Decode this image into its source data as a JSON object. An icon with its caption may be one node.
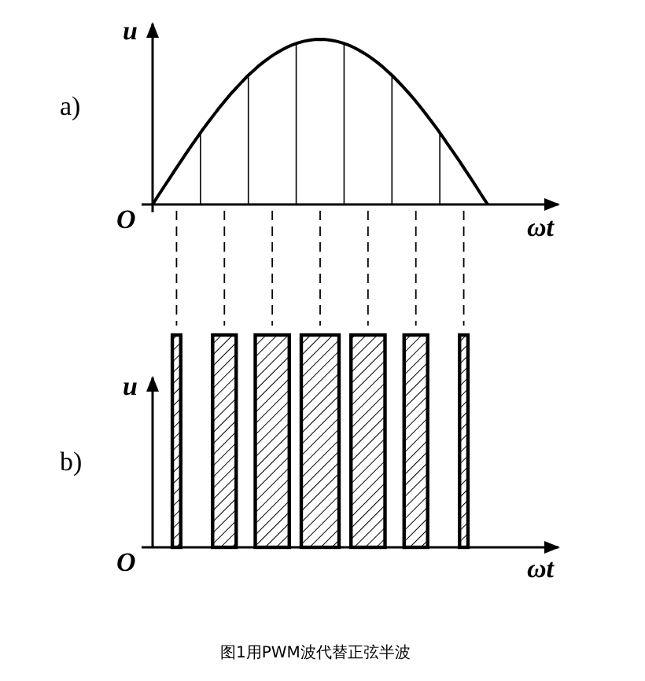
{
  "diagram": {
    "caption": "图1用PWM波代替正弦半波",
    "labels": [
      "u",
      "a)",
      "O",
      "ωt",
      "u",
      "b)",
      "O",
      "ωt"
    ]
  }
}
